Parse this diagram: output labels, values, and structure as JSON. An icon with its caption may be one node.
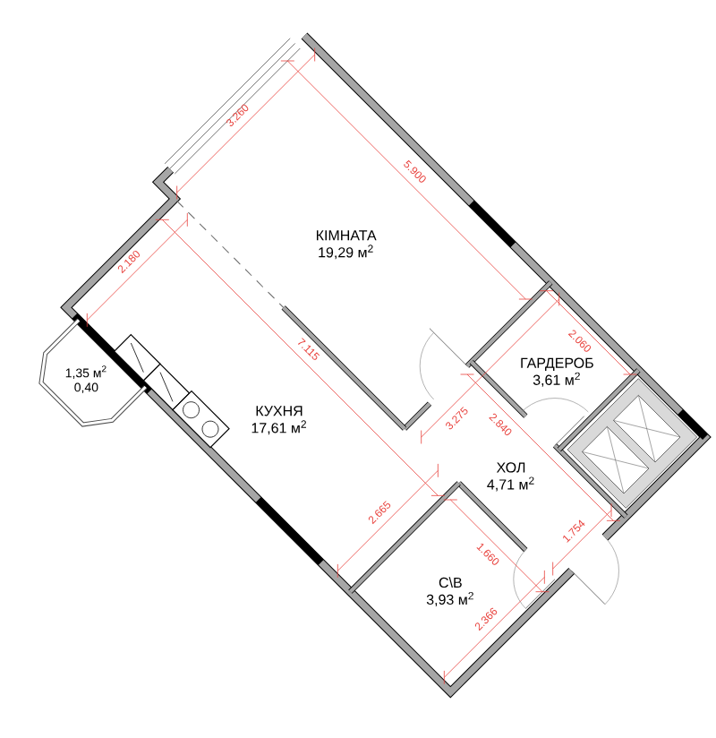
{
  "diagram": {
    "nodes": [
      {
        "text": [
          "КІМНАТА",
          "19,29 м$^{2}$"
        ]
      },
      {
        "text": [
          "1,35 м$^{2}$",
          "0,40"
        ]
      },
      {
        "text": [
          "ГАРДЕРОБ",
          "3,61 м$^{2}$"
        ]
      },
      {
        "text": [
          "КУХНЯ",
          "17,61 м$^{2}$"
        ]
      },
      {
        "text": [
          "ХОЛ",
          "4,71 м$^{2}$"
        ]
      },
      {
        "text": [
          "С\\В",
          "3,93 м$^{2}$"
        ]
      }
    ],
    "labels": [
      "3.260",
      "5.900",
      "2.180",
      "2.060",
      "7.115",
      "3.275",
      "2.840",
      "2.665",
      "1.754",
      "1.660",
      "2.366"
    ]
  }
}
